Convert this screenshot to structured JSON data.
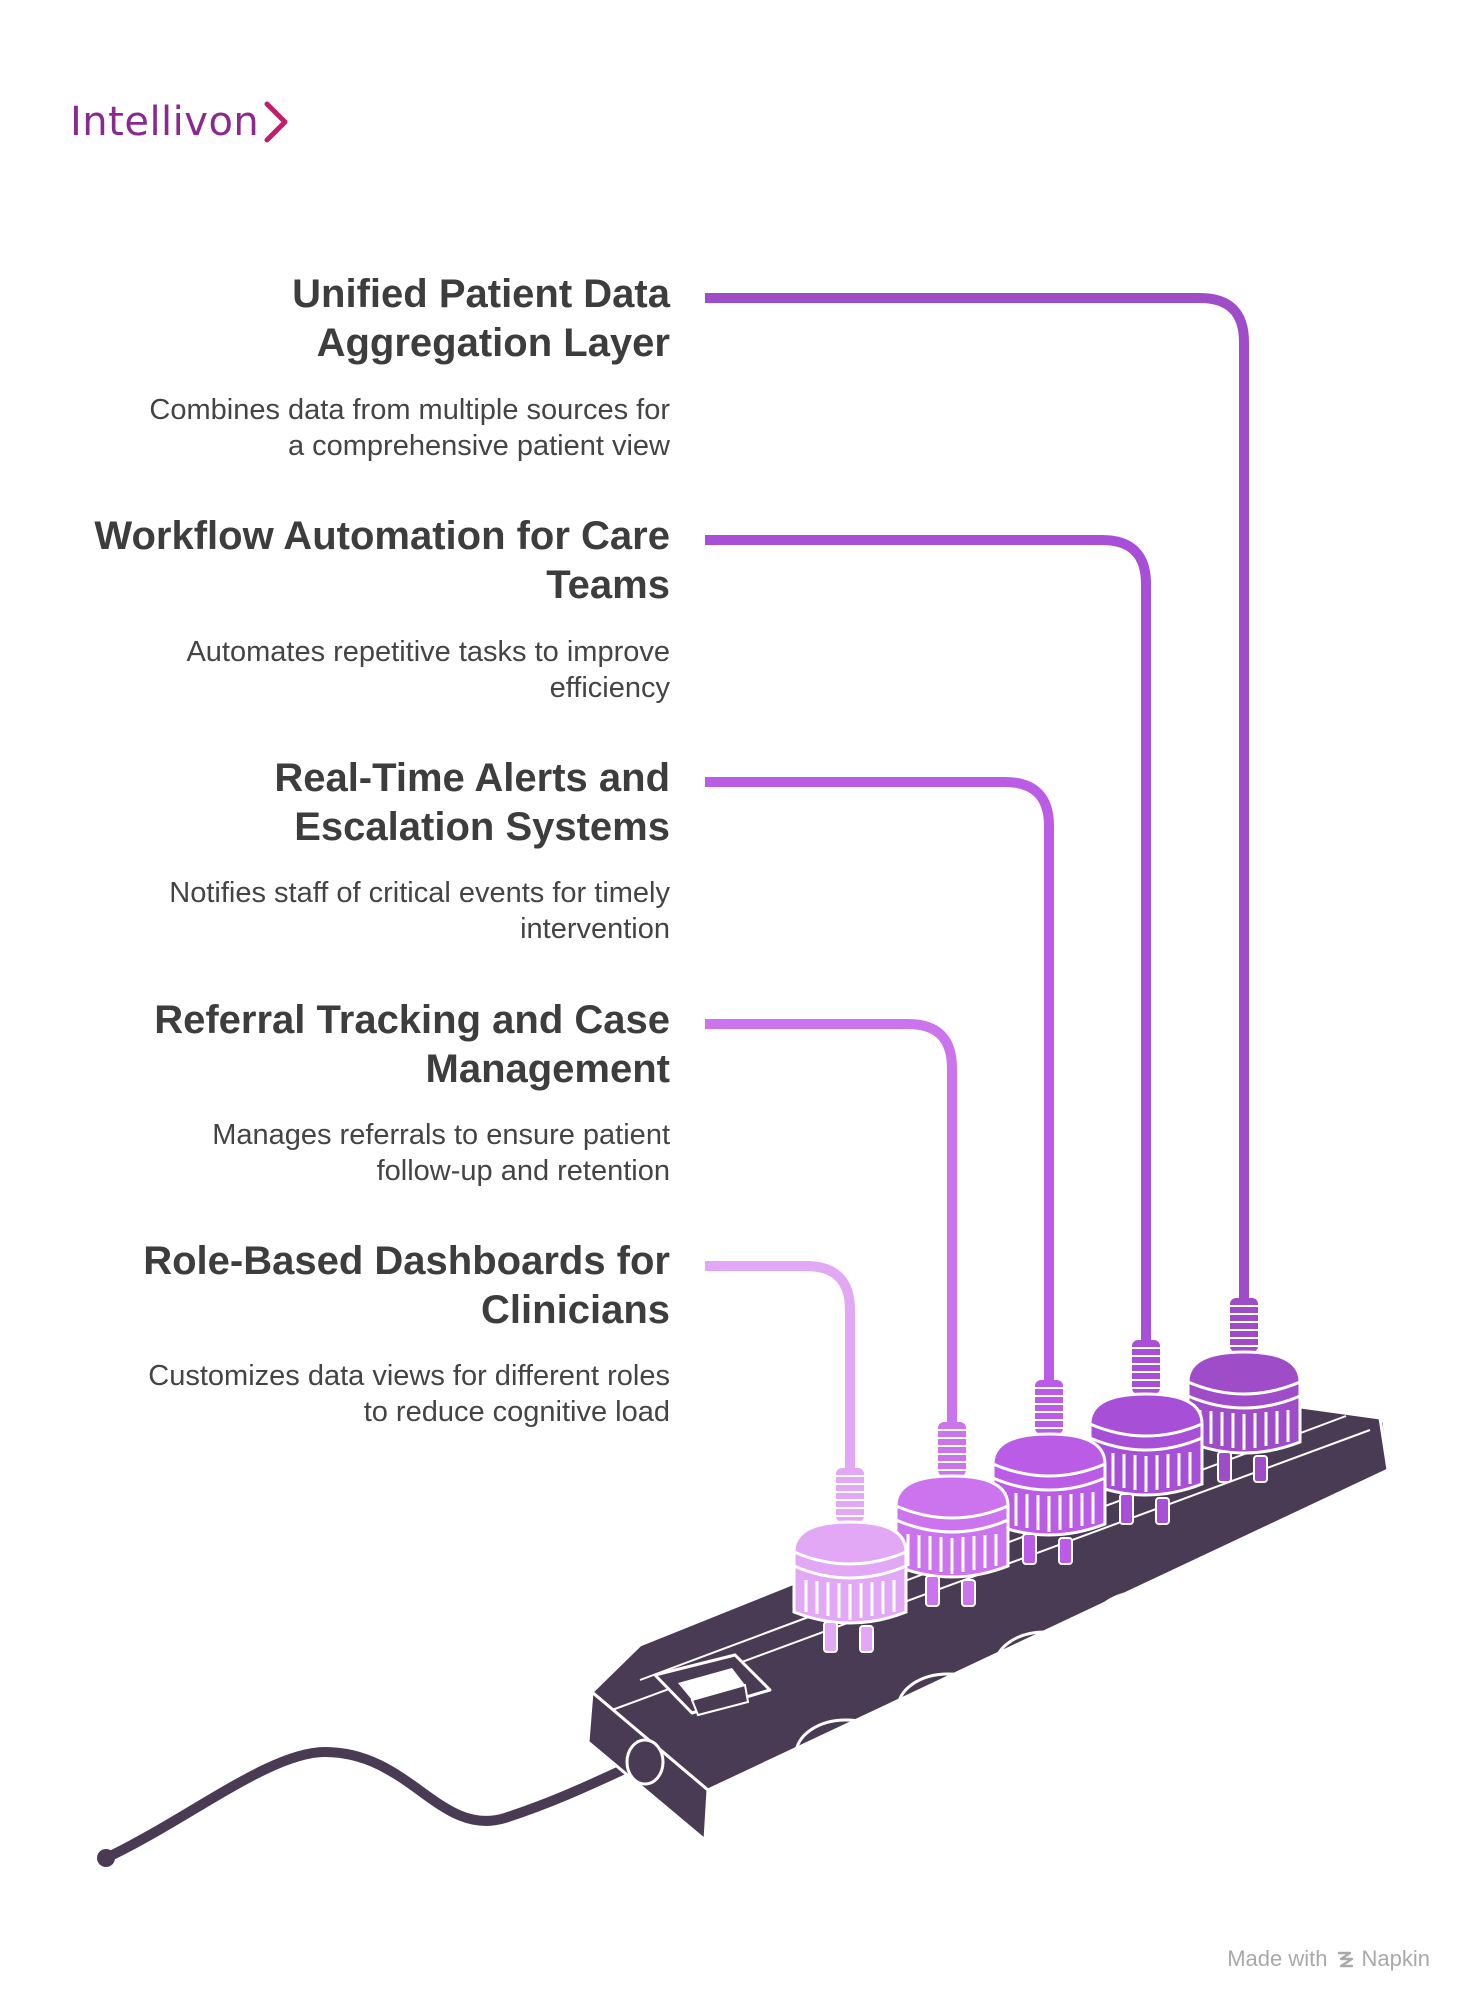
{
  "brand": {
    "name": "Intellivon"
  },
  "features": [
    {
      "title_line1": "Unified Patient Data",
      "title_line2": "Aggregation Layer",
      "desc_line1": "Combines data from multiple sources for",
      "desc_line2": "a comprehensive patient view",
      "color": "#9f4cc9"
    },
    {
      "title_line1": "Workflow Automation for Care",
      "title_line2": "Teams",
      "desc_line1": "Automates repetitive tasks to improve",
      "desc_line2": "efficiency",
      "color": "#a84fd8"
    },
    {
      "title_line1": "Real-Time Alerts and",
      "title_line2": "Escalation Systems",
      "desc_line1": "Notifies staff of critical events for timely",
      "desc_line2": "intervention",
      "color": "#bb5ce6"
    },
    {
      "title_line1": "Referral Tracking and Case",
      "title_line2": "Management",
      "desc_line1": "Manages referrals to ensure patient",
      "desc_line2": "follow-up and retention",
      "color": "#cc74ee"
    },
    {
      "title_line1": "Role-Based Dashboards for",
      "title_line2": "Clinicians",
      "desc_line1": "Customizes data views for different roles",
      "desc_line2": "to reduce cognitive load",
      "color": "#e2a8f5"
    }
  ],
  "power_strip": {
    "body_color": "#4a3b54",
    "outline_color": "#ffffff"
  },
  "footer": {
    "made_with": "Made with",
    "tool": "Napkin"
  }
}
